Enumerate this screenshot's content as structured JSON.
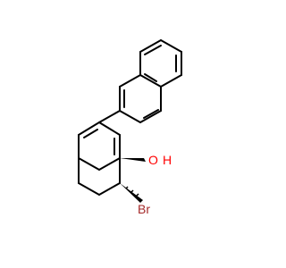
{
  "molecule": {
    "atoms": {
      "hydroxyl_oxygen": "O",
      "hydroxyl_hydrogen": "H",
      "bromine": "Br"
    },
    "colors": {
      "bond": "#000000",
      "oxygen": "#ff0000",
      "bromine": "#a52a2a"
    }
  }
}
